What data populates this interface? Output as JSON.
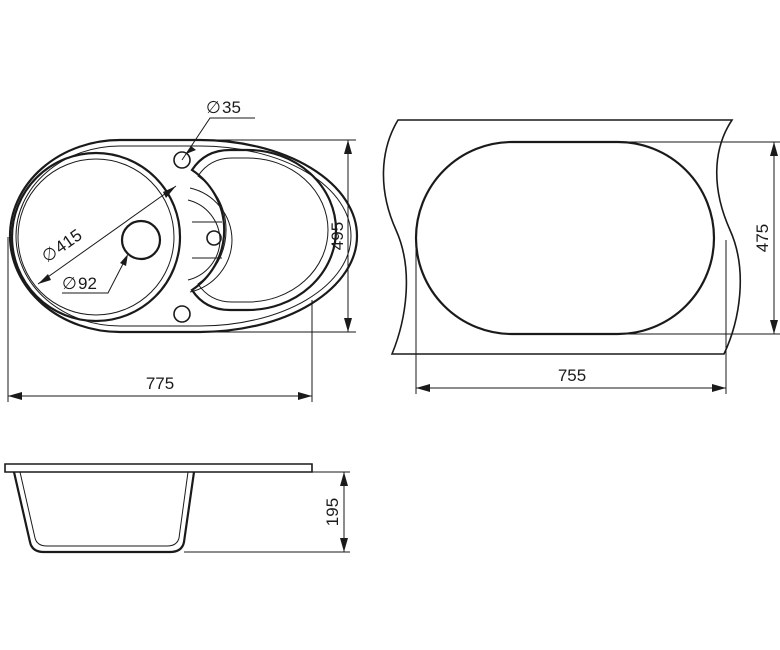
{
  "dimensions": {
    "top_view_width": "775",
    "top_view_height": "495",
    "bowl_diameter": "415",
    "drain_diameter": "92",
    "tap_hole_diameter": "35",
    "cutout_width": "755",
    "cutout_height": "475",
    "depth": "195",
    "diameter_symbol": "∅"
  },
  "colors": {
    "line": "#1a1a1a",
    "background": "#ffffff"
  }
}
